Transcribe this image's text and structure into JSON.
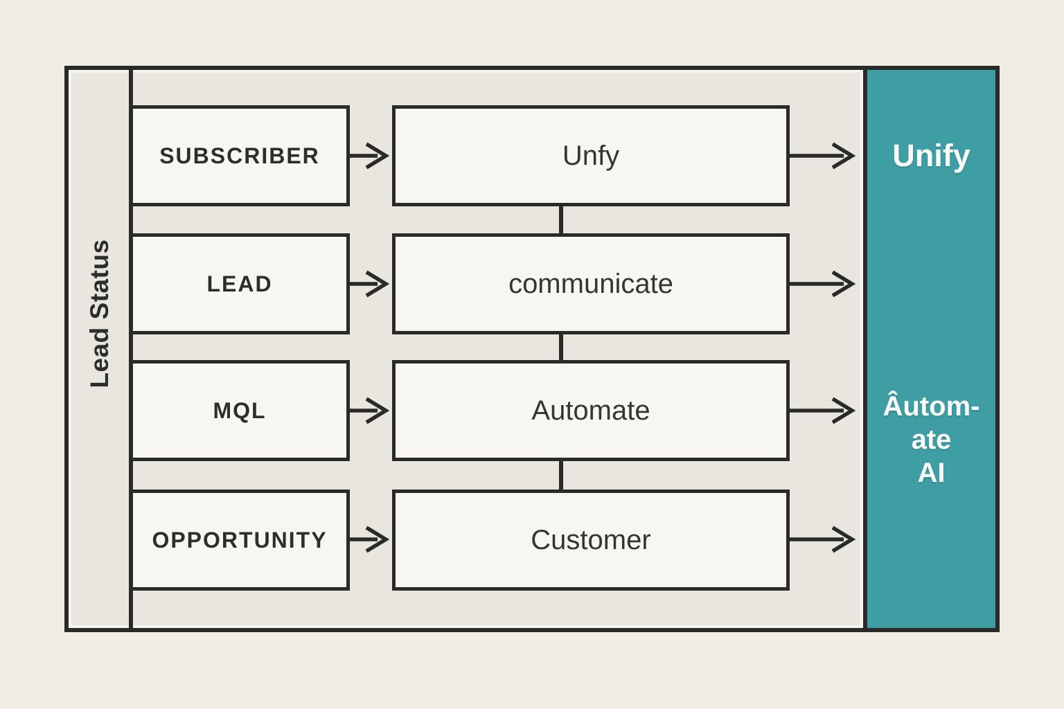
{
  "diagram": {
    "sidebar_label": "Lead Status",
    "rows": [
      {
        "stage": "SUBSCRIBER",
        "action": "Unfy"
      },
      {
        "stage": "LEAD",
        "action": "communicate"
      },
      {
        "stage": "MQL",
        "action": "Automate"
      },
      {
        "stage": "OPPORTUNITY",
        "action": "Customer"
      }
    ],
    "panel": {
      "top_label": "Unify",
      "bottom_label_lines": [
        "Âutom-",
        "ate",
        "AI"
      ]
    },
    "colors": {
      "accent_teal": "#3f9ea4",
      "line_dark": "#2a2a28",
      "box_fill": "#f8f6f0",
      "frame_fill": "#e9e6e0",
      "page_bg": "#f0ede7",
      "text_light": "#fafaf8"
    }
  }
}
